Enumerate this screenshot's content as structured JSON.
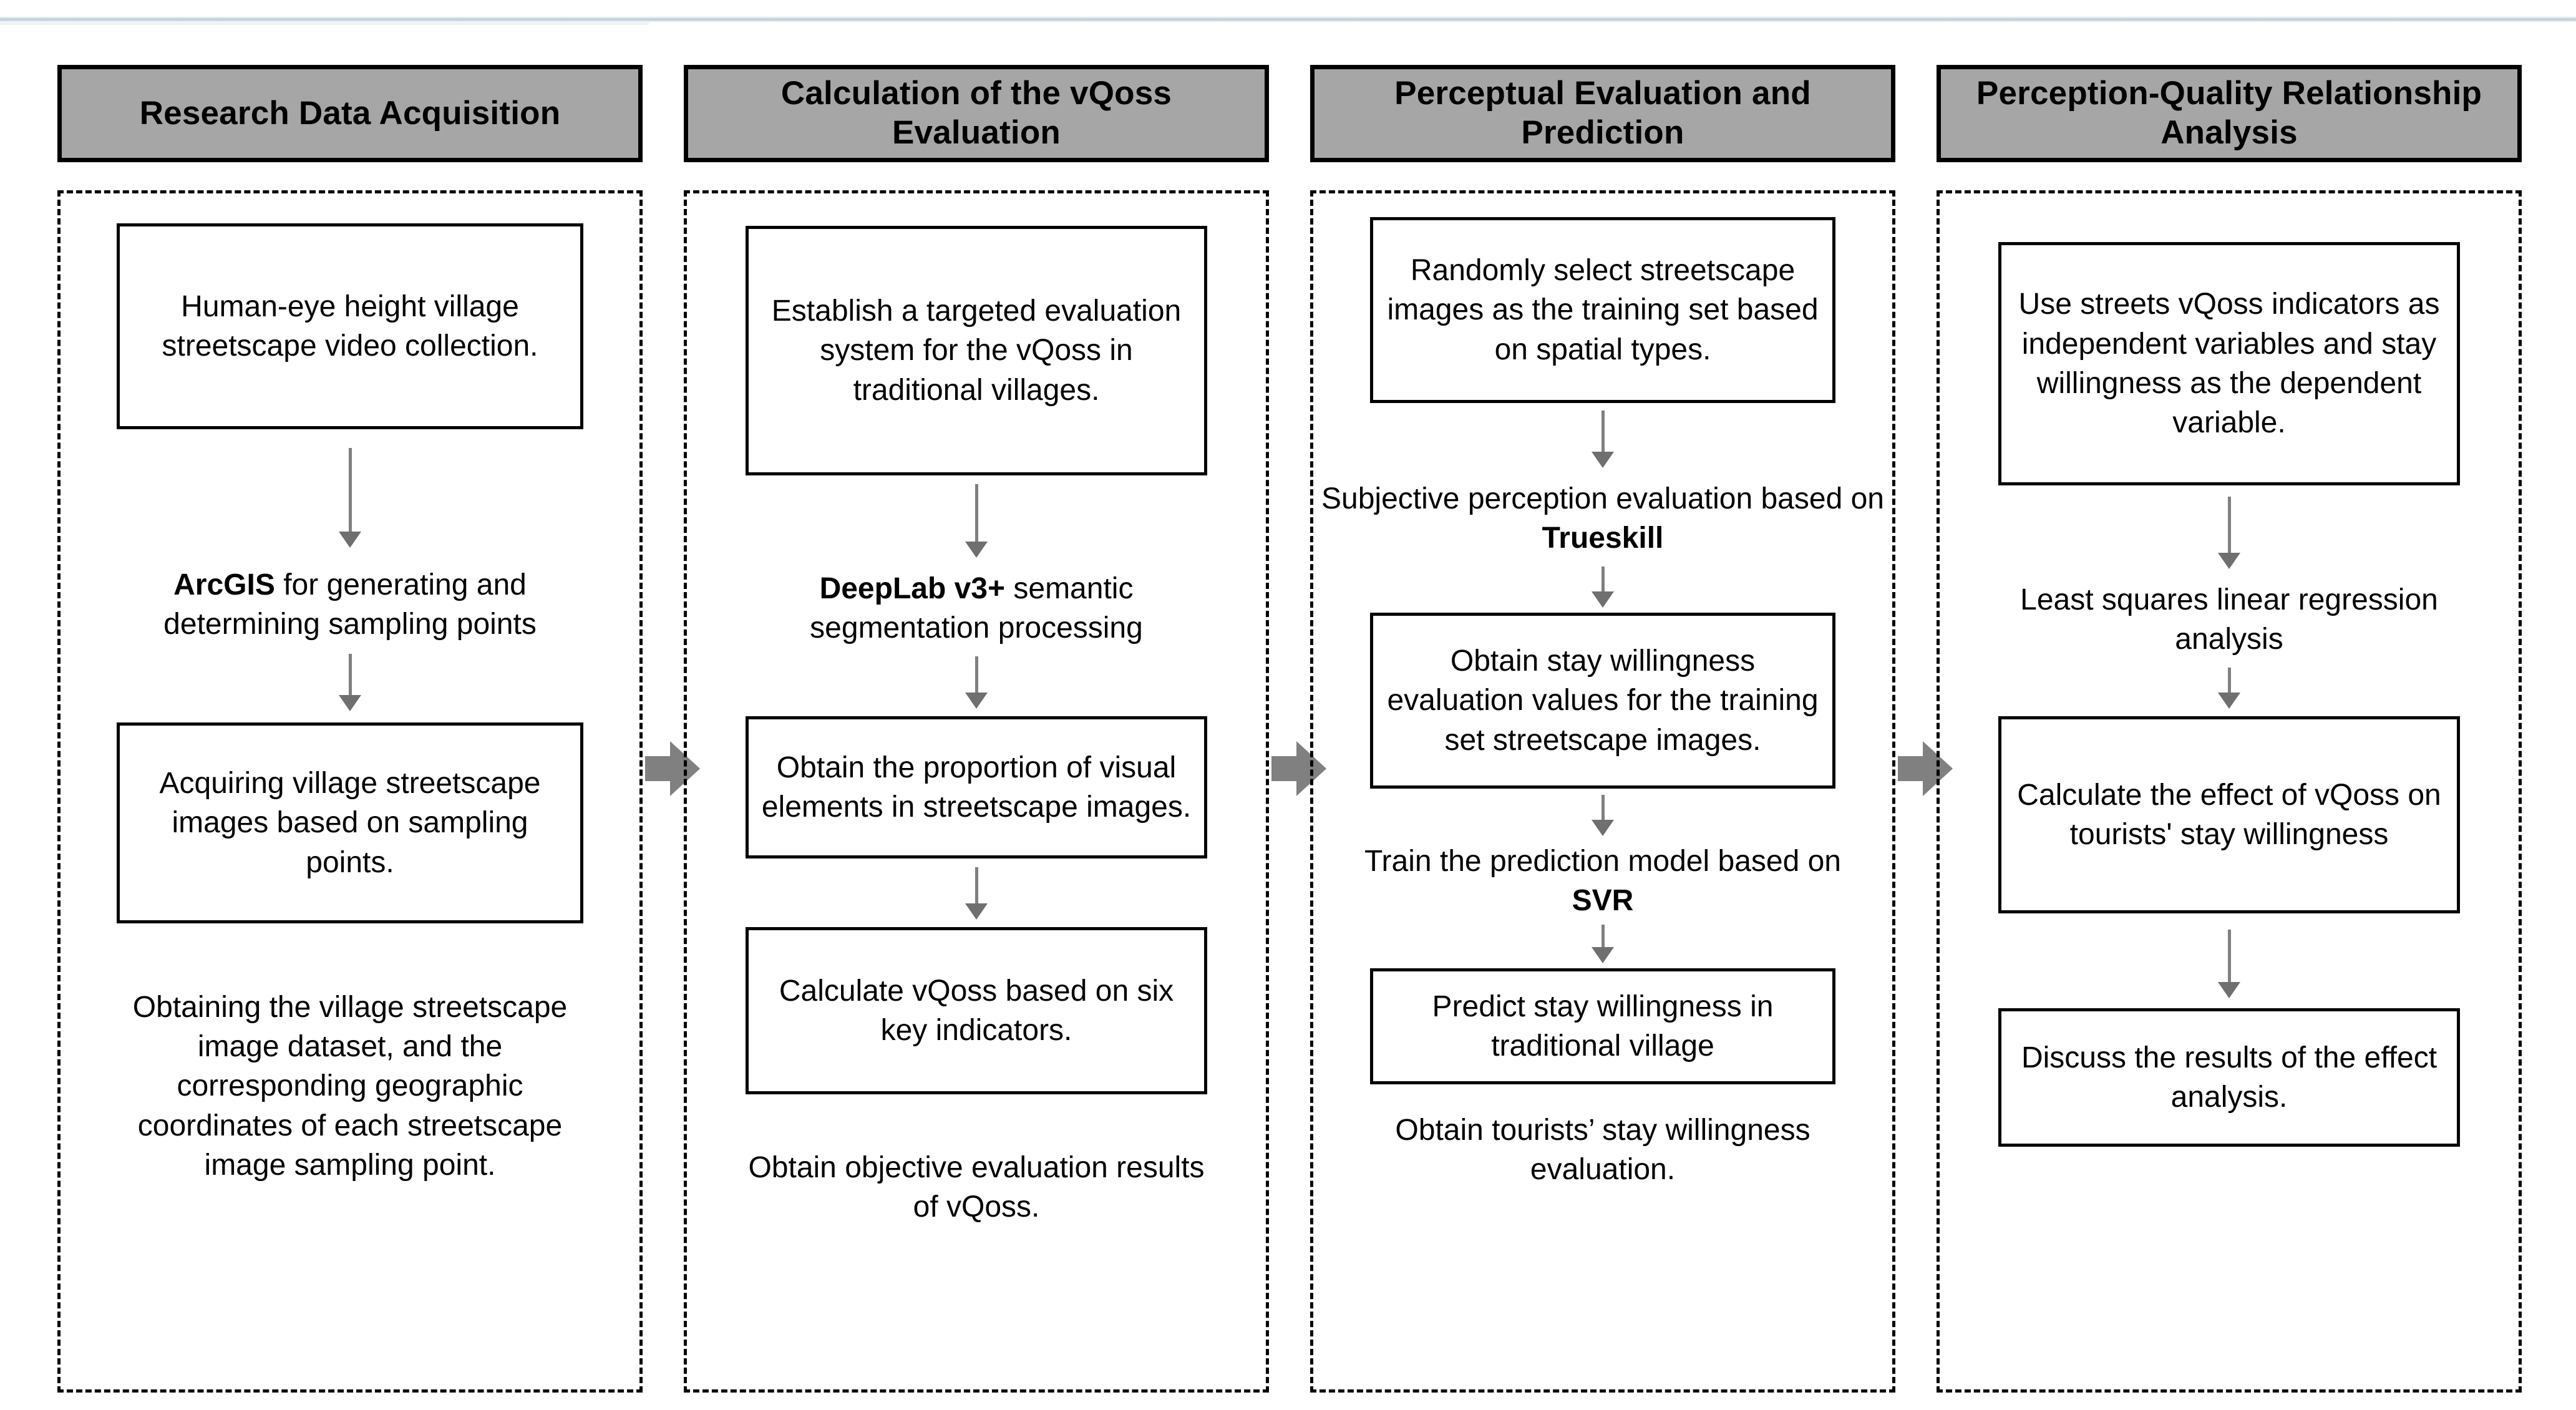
{
  "figure": {
    "type": "flowchart",
    "orientation": "horizontal-4-stage",
    "stage_count": 4,
    "header_fill": "#a6a6a6",
    "arrow_color": "#808080",
    "panel_border_style": "dashed",
    "connector_between_stages": "block-arrow-right"
  },
  "stages": [
    {
      "header": "Research Data Acquisition",
      "steps": [
        {
          "kind": "boxed",
          "text": "Human-eye height village streetscape video collection."
        },
        {
          "kind": "arrow"
        },
        {
          "kind": "plain",
          "bold_lead": "ArcGIS",
          "rest": " for generating and determining sampling points"
        },
        {
          "kind": "arrow"
        },
        {
          "kind": "boxed",
          "text": "Acquiring village streetscape images based on sampling points."
        },
        {
          "kind": "plain",
          "text": "Obtaining the village streetscape image dataset, and the corresponding geographic coordinates of each streetscape image sampling point."
        }
      ]
    },
    {
      "header": "Calculation of the vQoss Evaluation",
      "steps": [
        {
          "kind": "boxed",
          "text": "Establish a targeted evaluation system for the vQoss in traditional villages."
        },
        {
          "kind": "arrow"
        },
        {
          "kind": "plain",
          "bold_lead": "DeepLab v3+",
          "rest": " semantic segmentation processing"
        },
        {
          "kind": "arrow"
        },
        {
          "kind": "boxed",
          "text": "Obtain the proportion of visual elements in streetscape images."
        },
        {
          "kind": "arrow"
        },
        {
          "kind": "boxed",
          "text": "Calculate  vQoss based on six key indicators."
        },
        {
          "kind": "plain",
          "text": "Obtain objective evaluation results of vQoss."
        }
      ]
    },
    {
      "header": "Perceptual Evaluation and Prediction",
      "steps": [
        {
          "kind": "boxed",
          "text": "Randomly select streetscape images as the training set based on spatial types."
        },
        {
          "kind": "arrow"
        },
        {
          "kind": "plain",
          "lead": "Subjective perception evaluation based on ",
          "bold_tail": "Trueskill"
        },
        {
          "kind": "arrow"
        },
        {
          "kind": "boxed",
          "text": "Obtain  stay willingness evaluation values for the training set streetscape images."
        },
        {
          "kind": "arrow"
        },
        {
          "kind": "plain",
          "lead": "Train the prediction model based on ",
          "bold_tail": "SVR"
        },
        {
          "kind": "arrow"
        },
        {
          "kind": "boxed",
          "text": "Predict stay willingness in traditional village"
        },
        {
          "kind": "plain",
          "text": "Obtain tourists’ stay willingness evaluation."
        }
      ]
    },
    {
      "header": "Perception-Quality Relationship Analysis",
      "steps": [
        {
          "kind": "boxed",
          "text": "Use streets vQoss indicators as independent variables and stay willingness as the dependent variable."
        },
        {
          "kind": "arrow"
        },
        {
          "kind": "plain",
          "text": "Least squares linear regression analysis"
        },
        {
          "kind": "arrow"
        },
        {
          "kind": "boxed",
          "text": "Calculate the effect of vQoss on tourists' stay willingness"
        },
        {
          "kind": "arrow"
        },
        {
          "kind": "boxed",
          "text": "Discuss the results of the effect analysis."
        }
      ]
    }
  ],
  "c1": {
    "header": "Research Data Acquisition",
    "s1": "Human-eye height village streetscape video collection.",
    "s2_bold": "ArcGIS",
    "s2_rest": " for generating and determining sampling points",
    "s3": "Acquiring village streetscape images based on sampling points.",
    "s4": "Obtaining the village streetscape image dataset, and the corresponding geographic coordinates of each streetscape image sampling point."
  },
  "c2": {
    "header": "Calculation of the vQoss Evaluation",
    "s1": "Establish a targeted evaluation system for the vQoss in traditional villages.",
    "s2_bold": "DeepLab v3+",
    "s2_rest": " semantic segmentation processing",
    "s3": "Obtain the proportion of visual elements in streetscape images.",
    "s4": "Calculate  vQoss based on six key indicators.",
    "s5": "Obtain objective evaluation results of vQoss."
  },
  "c3": {
    "header": "Perceptual Evaluation and Prediction",
    "s1": "Randomly select streetscape images as the training set based on spatial types.",
    "s2_lead": "Subjective perception evaluation based on ",
    "s2_bold": "Trueskill",
    "s3": "Obtain  stay willingness evaluation values for the training set streetscape images.",
    "s4_lead": "Train the prediction model based on ",
    "s4_bold": "SVR",
    "s5": "Predict stay willingness in traditional village",
    "s6": "Obtain tourists’ stay willingness evaluation."
  },
  "c4": {
    "header": "Perception-Quality Relationship Analysis",
    "s1": "Use streets vQoss indicators as independent variables and stay willingness as the dependent variable.",
    "s2": "Least squares linear regression analysis",
    "s3": "Calculate the effect of vQoss on tourists' stay willingness",
    "s4": "Discuss the results of the effect analysis."
  }
}
